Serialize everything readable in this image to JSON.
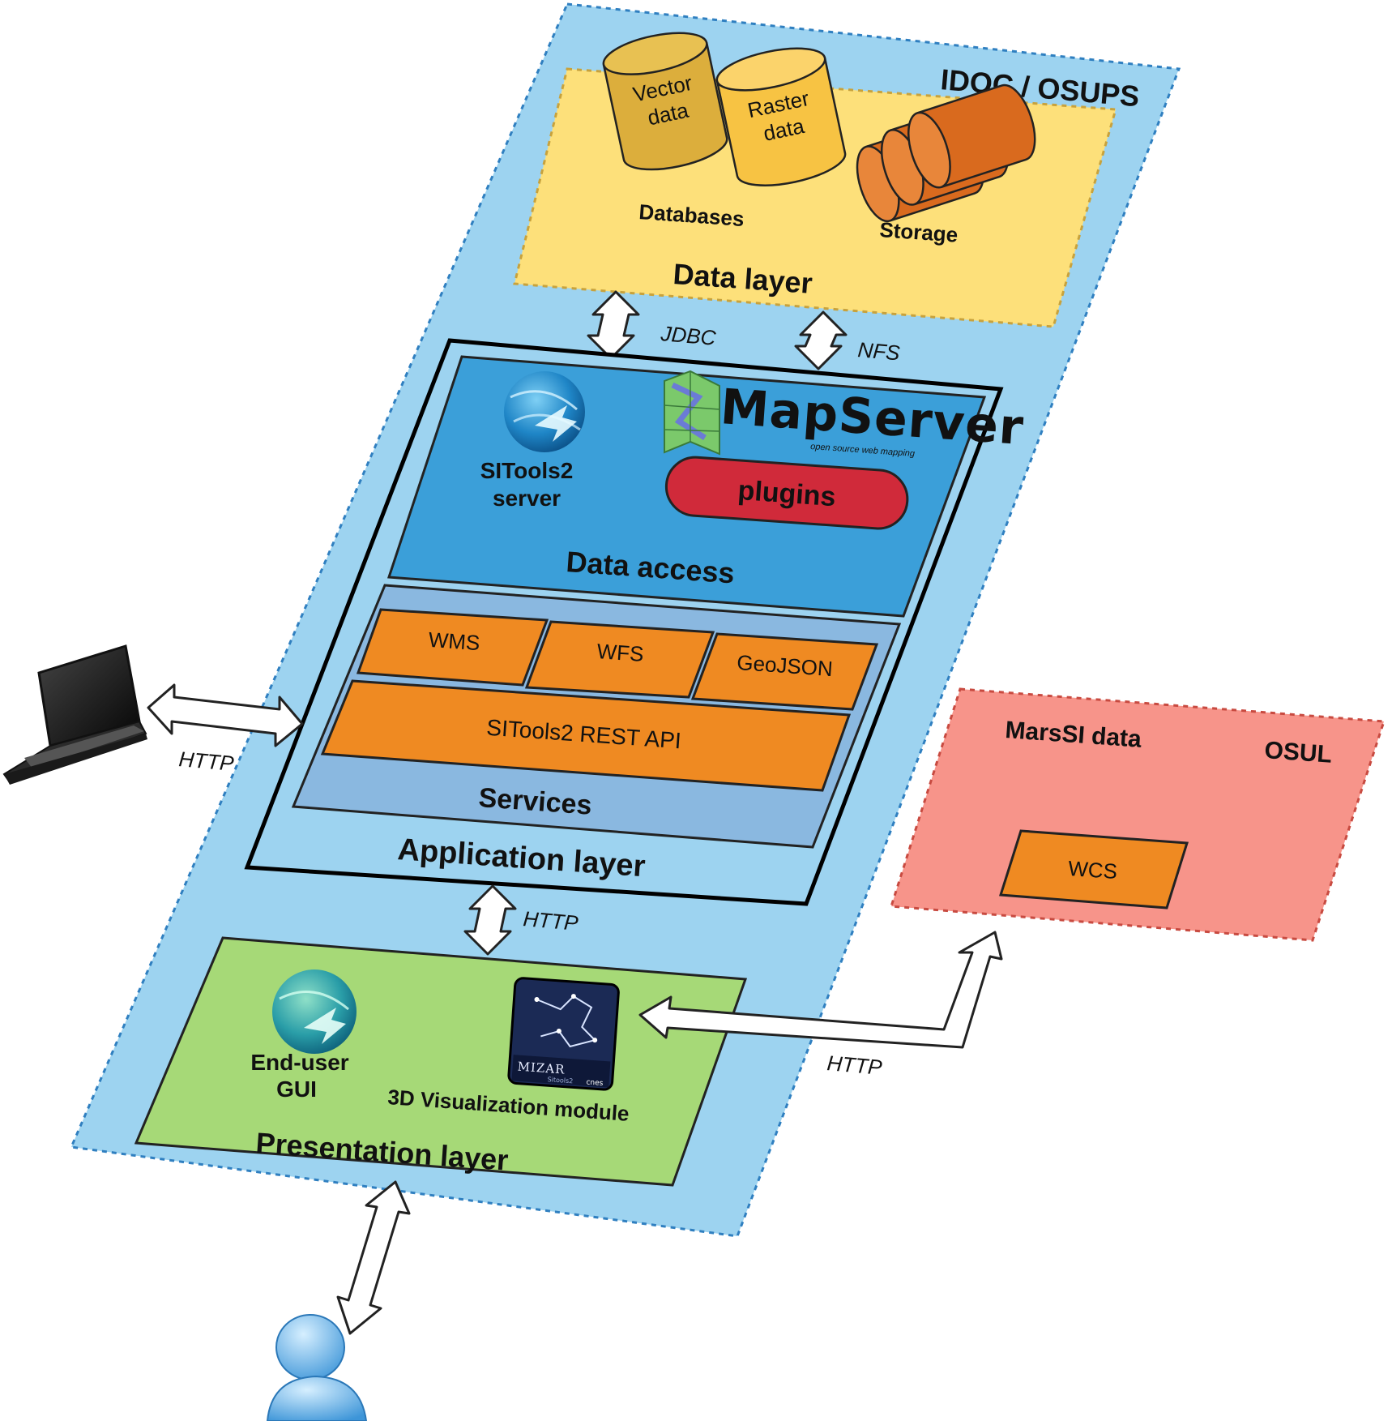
{
  "idoc": {
    "title": "IDOC / OSUPS"
  },
  "data_layer": {
    "title": "Data layer",
    "vector_data": [
      "Vector",
      "data"
    ],
    "raster_data": [
      "Raster",
      "data"
    ],
    "databases": "Databases",
    "storage": "Storage"
  },
  "connectors": {
    "jdbc": "JDBC",
    "nfs": "NFS",
    "http_laptop": "HTTP",
    "http_app_presentation": "HTTP",
    "http_osul": "HTTP"
  },
  "data_access": {
    "title": "Data access",
    "sitools_server": [
      "SITools2",
      "server"
    ],
    "mapserver_logo": "MapServer",
    "mapserver_tagline": "open source web mapping",
    "plugins": "plugins"
  },
  "services": {
    "title": "Services",
    "wms": "WMS",
    "wfs": "WFS",
    "geojson": "GeoJSON",
    "rest_api": "SITools2 REST API"
  },
  "application_layer": {
    "title": "Application layer"
  },
  "presentation_layer": {
    "title": "Presentation layer",
    "end_user_gui": [
      "End-user",
      "GUI"
    ],
    "viz_module": "3D Visualization module",
    "mizar_logo": "MIZAR",
    "mizar_sub": "Sitools2",
    "cnes_logo": "cnes"
  },
  "osul": {
    "title": "OSUL",
    "marssi": "MarsSI data",
    "wcs": "WCS"
  },
  "colors": {
    "light_blue": "#9dd3f0",
    "data_yellow": "#fde07a",
    "access_blue": "#3b9fd9",
    "services_blue": "#8ab8e0",
    "orange": "#ef8a22",
    "plugins_red": "#d02a3a",
    "presentation_green": "#a6d977",
    "osul_salmon": "#f7948a"
  }
}
